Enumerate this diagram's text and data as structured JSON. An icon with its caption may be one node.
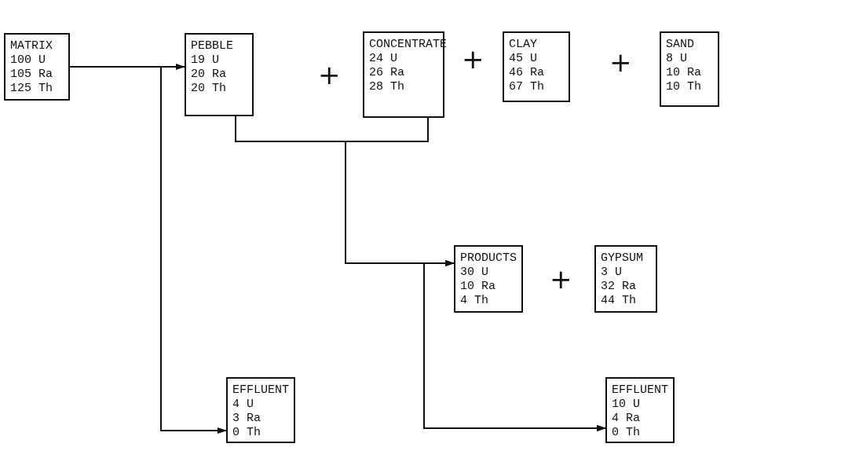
{
  "diagram": {
    "nodes": [
      {
        "text": [
          "MATRIX",
          "100 U",
          "105 Ra",
          "125 Th"
        ]
      },
      {
        "text": [
          "PEBBLE",
          "19 U",
          "20 Ra",
          "20 Th"
        ]
      },
      {
        "text": [
          "CONCENTRATE",
          "24 U",
          "26 Ra",
          "28 Th"
        ]
      },
      {
        "text": [
          "CLAY",
          "45 U",
          "46 Ra",
          "67 Th"
        ]
      },
      {
        "text": [
          "SAND",
          "8 U",
          "10 Ra",
          "10 Th"
        ]
      },
      {
        "text": [
          "PRODUCTS",
          "30 U",
          "10 Ra",
          "4 Th"
        ]
      },
      {
        "text": [
          "GYPSUM",
          "3 U",
          "32 Ra",
          "44 Th"
        ]
      },
      {
        "text": [
          "EFFLUENT",
          "4 U",
          "3 Ra",
          "0 Th"
        ]
      },
      {
        "text": [
          "EFFLUENT",
          "10 U",
          "4 Ra",
          "0 Th"
        ]
      }
    ],
    "edges": [
      {
        "from": 0,
        "to": 1,
        "arrow": "to"
      },
      {
        "from": 0,
        "to": 7,
        "arrow": "to"
      },
      {
        "from": 1,
        "to": 5,
        "arrow": "to"
      },
      {
        "from": 2,
        "to": 5,
        "arrow": "to"
      },
      {
        "from": 1,
        "to": 8,
        "arrow": "to"
      },
      {
        "from": 2,
        "to": 8,
        "arrow": "to"
      }
    ],
    "labels": [
      "+",
      "+",
      "+",
      "+"
    ]
  }
}
